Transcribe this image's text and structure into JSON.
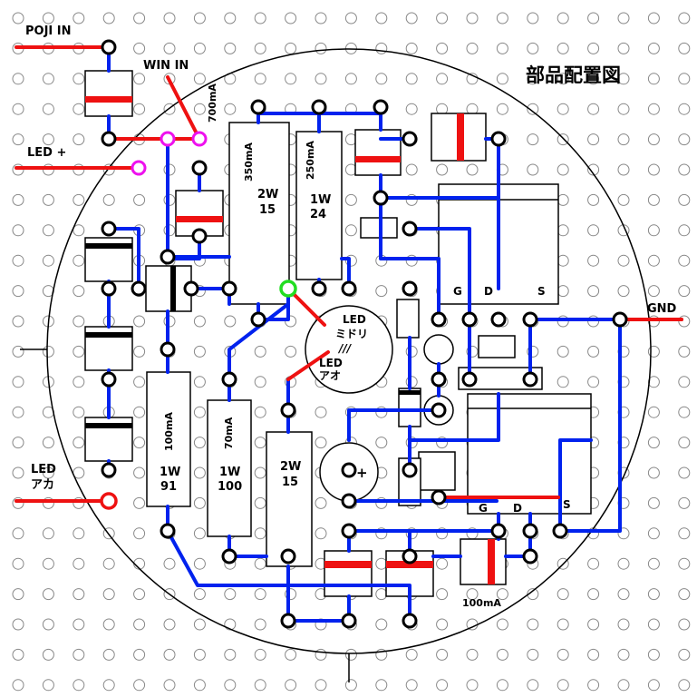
{
  "title": "部品配置図",
  "labels": {
    "poji_in": "POJI  IN",
    "win_in": "WIN  IN",
    "led_plus": "LED +",
    "led_red_1": "LED",
    "led_red_2": "アカ",
    "gnd": "GND",
    "led_green_1": "LED",
    "led_green_2": "ミドリ",
    "led_arrows": "///",
    "led_blue_1": "LED",
    "led_blue_2": "アオ"
  },
  "transistor_pins": {
    "g": "G",
    "d": "D",
    "s": "S"
  },
  "resistors": {
    "r350": {
      "current": "350mA",
      "power": "2W",
      "value": "15"
    },
    "r250": {
      "current": "250mA",
      "power": "1W",
      "value": "24"
    },
    "r100": {
      "current": "100mA",
      "power": "1W",
      "value": "91"
    },
    "r70": {
      "current": "70mA",
      "power": "1W",
      "value": "100"
    },
    "r2w": {
      "power": "2W",
      "value": "15"
    }
  },
  "annotations": {
    "win_current": "700mA",
    "bottom_current": "100mA"
  },
  "colors": {
    "wire_blue": "#0022ee",
    "wire_red": "#ee1111",
    "pad_magenta": "#ee11ee",
    "pad_green": "#22dd22",
    "hole_grey": "#888888",
    "outline": "#000000"
  }
}
